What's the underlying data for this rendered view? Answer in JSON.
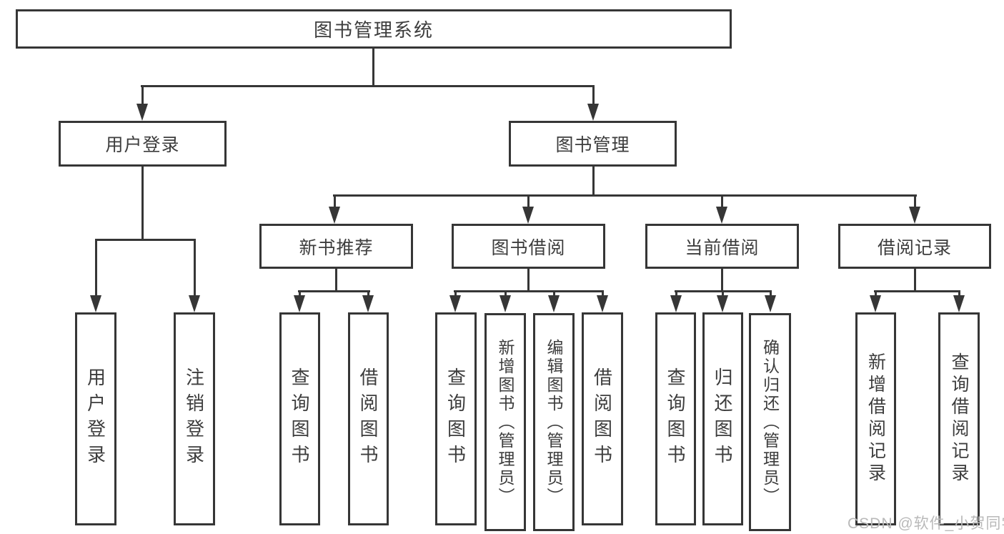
{
  "diagram": {
    "root": {
      "label": "图书管理系统"
    },
    "level2": [
      {
        "label": "用户登录"
      },
      {
        "label": "图书管理"
      }
    ],
    "level3": [
      {
        "label": "新书推荐"
      },
      {
        "label": "图书借阅"
      },
      {
        "label": "当前借阅"
      },
      {
        "label": "借阅记录"
      }
    ],
    "leaves": {
      "user": [
        "用户登录",
        "注销登录"
      ],
      "recommend": [
        "查询图书",
        "借阅图书"
      ],
      "borrow": [
        "查询图书",
        "新增图书（管理员）",
        "编辑图书（管理员）",
        "借阅图书"
      ],
      "current": [
        "查询图书",
        "归还图书",
        "确认归还（管理员）"
      ],
      "records": [
        "新增借阅记录",
        "查询借阅记录"
      ]
    }
  },
  "watermark": {
    "text": "CSDN @软件_小贺同学"
  },
  "colors": {
    "line": "#363636",
    "text": "#3d3d3d",
    "watermark": "#b9b9b9",
    "background": "#ffffff"
  }
}
